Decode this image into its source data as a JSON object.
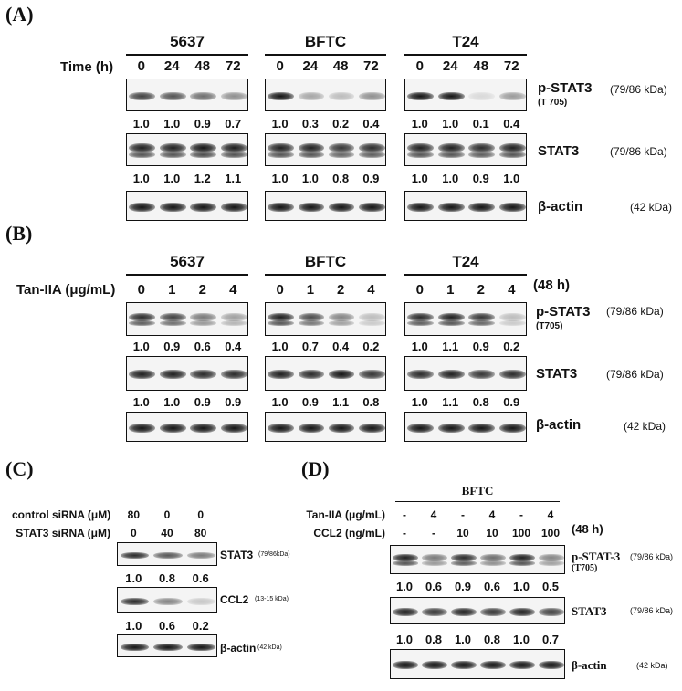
{
  "panels": {
    "A": {
      "label": "(A)",
      "time_label": "Time (h)",
      "groups": [
        {
          "name": "5637",
          "ticks": [
            "0",
            "24",
            "48",
            "72"
          ],
          "pstat3": [
            "1.0",
            "1.0",
            "0.9",
            "0.7"
          ],
          "stat3": [
            "1.0",
            "1.0",
            "1.2",
            "1.1"
          ],
          "pstat3_int": [
            0.8,
            0.72,
            0.6,
            0.45
          ],
          "stat3_int": [
            0.95,
            0.95,
            1.0,
            0.97
          ]
        },
        {
          "name": "BFTC",
          "ticks": [
            "0",
            "24",
            "48",
            "72"
          ],
          "pstat3": [
            "1.0",
            "0.3",
            "0.2",
            "0.4"
          ],
          "stat3": [
            "1.0",
            "1.0",
            "0.8",
            "0.9"
          ],
          "pstat3_int": [
            1.0,
            0.35,
            0.25,
            0.45
          ],
          "stat3_int": [
            0.95,
            0.95,
            0.85,
            0.9
          ]
        },
        {
          "name": "T24",
          "ticks": [
            "0",
            "24",
            "48",
            "72"
          ],
          "pstat3": [
            "1.0",
            "1.0",
            "0.1",
            "0.4"
          ],
          "stat3": [
            "1.0",
            "1.0",
            "0.9",
            "1.0"
          ],
          "pstat3_int": [
            1.0,
            1.0,
            0.12,
            0.4
          ],
          "stat3_int": [
            0.95,
            0.95,
            0.9,
            0.95
          ]
        }
      ],
      "rows": {
        "pstat3": "p-STAT3",
        "pstat3_site": "(T 705)",
        "pstat3_kda": "(79/86 kDa)",
        "stat3": "STAT3",
        "stat3_kda": "(79/86 kDa)",
        "actin": "β-actin",
        "actin_kda": "(42 kDa)"
      }
    },
    "B": {
      "label": "(B)",
      "dose_label": "Tan-IIA (μg/mL)",
      "duration": "(48 h)",
      "groups": [
        {
          "name": "5637",
          "ticks": [
            "0",
            "1",
            "2",
            "4"
          ],
          "pstat3": [
            "1.0",
            "0.9",
            "0.6",
            "0.4"
          ],
          "stat3": [
            "1.0",
            "1.0",
            "0.9",
            "0.9"
          ],
          "pstat3_int": [
            0.9,
            0.8,
            0.55,
            0.38
          ],
          "stat3_int": [
            0.95,
            0.95,
            0.9,
            0.9
          ]
        },
        {
          "name": "BFTC",
          "ticks": [
            "0",
            "1",
            "2",
            "4"
          ],
          "pstat3": [
            "1.0",
            "0.7",
            "0.4",
            "0.2"
          ],
          "stat3": [
            "1.0",
            "0.9",
            "1.1",
            "0.8"
          ],
          "pstat3_int": [
            0.95,
            0.75,
            0.5,
            0.25
          ],
          "stat3_int": [
            0.95,
            0.9,
            1.0,
            0.85
          ]
        },
        {
          "name": "T24",
          "ticks": [
            "0",
            "1",
            "2",
            "4"
          ],
          "pstat3": [
            "1.0",
            "1.1",
            "0.9",
            "0.2"
          ],
          "stat3": [
            "1.0",
            "1.1",
            "0.8",
            "0.9"
          ],
          "pstat3_int": [
            0.9,
            0.95,
            0.85,
            0.25
          ],
          "stat3_int": [
            0.9,
            0.95,
            0.85,
            0.9
          ]
        }
      ],
      "rows": {
        "pstat3": "p-STAT3",
        "pstat3_site": "(T705)",
        "pstat3_kda": "(79/86 kDa)",
        "stat3": "STAT3",
        "stat3_kda": "(79/86 kDa)",
        "actin": "β-actin",
        "actin_kda": "(42 kDa)"
      }
    },
    "C": {
      "label": "(C)",
      "control_label": "control siRNA (μM)",
      "control_values": [
        "80",
        "0",
        "0"
      ],
      "stat3_label": "STAT3 siRNA (μM)",
      "stat3_values": [
        "0",
        "40",
        "80"
      ],
      "stat3_row": "STAT3",
      "stat3_kda": "(79/86kDa)",
      "stat3_quant": [
        "1.0",
        "0.8",
        "0.6"
      ],
      "stat3_int": [
        0.9,
        0.7,
        0.55
      ],
      "ccl2_row": "CCL2",
      "ccl2_kda": "(13-15 kDa)",
      "ccl2_quant": [
        "1.0",
        "0.6",
        "0.2"
      ],
      "ccl2_int": [
        0.9,
        0.5,
        0.2
      ],
      "actin_row": "β-actin",
      "actin_kda": "(42 kDa)"
    },
    "D": {
      "label": "(D)",
      "cell": "BFTC",
      "tan_label": "Tan-IIA (μg/mL)",
      "tan_values": [
        "-",
        "4",
        "-",
        "4",
        "-",
        "4"
      ],
      "ccl2_label": "CCL2 (ng/mL)",
      "ccl2_values": [
        "-",
        "-",
        "10",
        "10",
        "100",
        "100"
      ],
      "duration": "(48 h)",
      "pstat3_row": "p-STAT-3",
      "pstat3_site": "(T705)",
      "pstat3_kda": "(79/86 kDa)",
      "pstat3_quant": [
        "1.0",
        "0.6",
        "0.9",
        "0.6",
        "1.0",
        "0.5"
      ],
      "pstat3_int": [
        0.95,
        0.55,
        0.9,
        0.6,
        0.95,
        0.5
      ],
      "stat3_row": "STAT3",
      "stat3_kda": "(79/86 kDa)",
      "stat3_quant": [
        "1.0",
        "0.8",
        "1.0",
        "0.8",
        "1.0",
        "0.7"
      ],
      "stat3_int": [
        0.95,
        0.85,
        0.95,
        0.85,
        0.95,
        0.8
      ],
      "actin_row": "β-actin",
      "actin_kda": "(42 kDa)"
    }
  }
}
